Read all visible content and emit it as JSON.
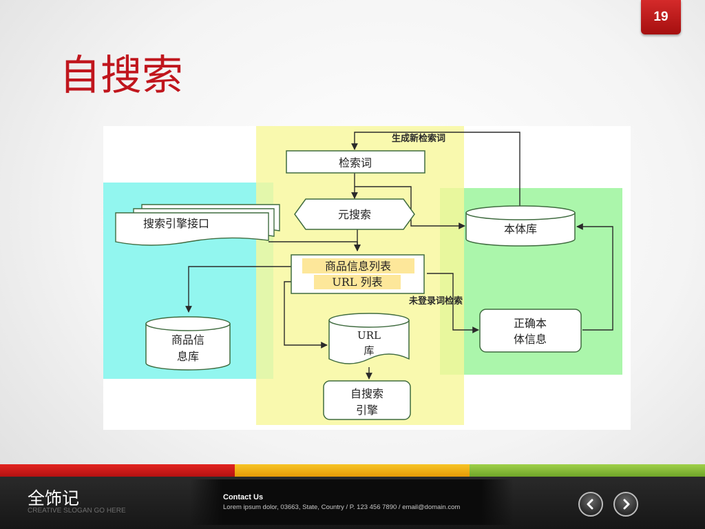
{
  "slide": {
    "page_number": "19",
    "title": "自搜索"
  },
  "diagram": {
    "nodes": {
      "query_words": "检索词",
      "meta_search": "元搜索",
      "search_api": "搜索引擎接口",
      "product_list": "商品信息列表",
      "url_list": "URL 列表",
      "product_db_line1": "商品信",
      "product_db_line2": "息库",
      "url_db_line1": "URL",
      "url_db_line2": "库",
      "self_search_line1": "自搜索",
      "self_search_line2": "引擎",
      "ontology_db": "本体库",
      "correct_info_line1": "正确本",
      "correct_info_line2": "体信息"
    },
    "edge_labels": {
      "generate_new_terms": "生成新检索词",
      "unregistered_search": "未登录词检索"
    },
    "colors": {
      "cyan_region": "#7ff5ec",
      "yellow_region": "#f7f79a",
      "green_region": "#9cf49c",
      "line": "#2a2a2a",
      "node_stroke": "#3f6b3f"
    }
  },
  "footer": {
    "brand": "全饰记",
    "slogan": "CREATIVE SLOGAN GO HERE",
    "contact_title": "Contact Us",
    "contact_text": "Lorem ipsum dolor, 03663, State, Country / P.  123 456 7890 / email@domain.com",
    "color_bar": [
      "#cf1a1a",
      "#f2b111",
      "#8cc53f"
    ]
  }
}
